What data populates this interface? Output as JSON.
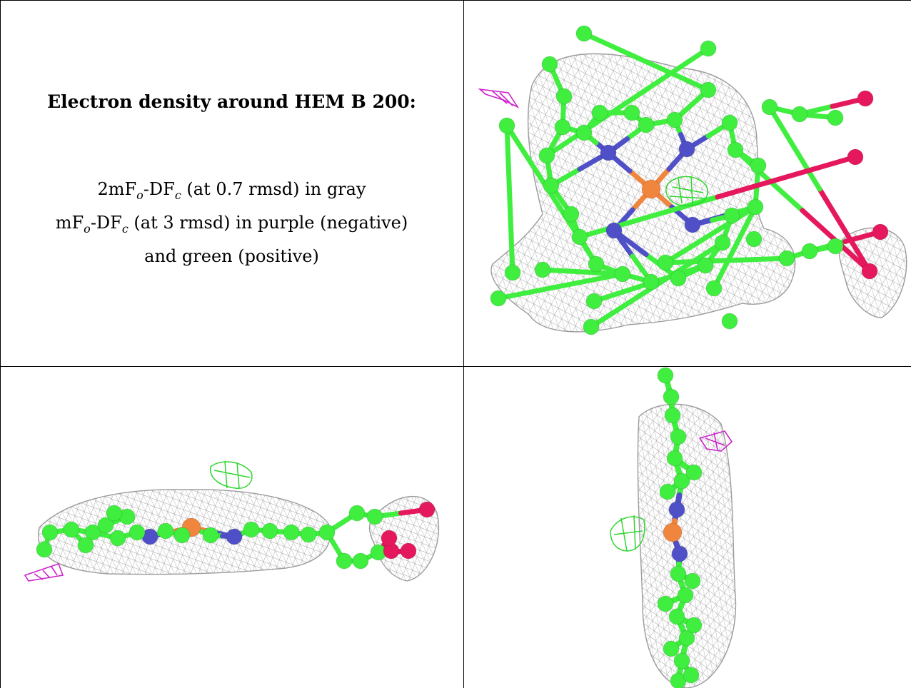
{
  "caption": {
    "title": "Electron density around HEM B 200:",
    "line1": {
      "a": "2mF",
      "b": "o",
      "c": "-DF",
      "d": "c",
      "e": " (at 0.7 rmsd) in gray"
    },
    "line2": {
      "a": "mF",
      "b": "o",
      "c": "-DF",
      "d": "c",
      "e": " (at 3 rmsd) in purple (negative)"
    },
    "line3": "and green (positive)"
  },
  "colors": {
    "carbon": "#3fee3f",
    "nitrogen": "#4f4fc7",
    "oxygen": "#e5185e",
    "iron": "#f0853d",
    "density_2fofc": "#9c9c9c",
    "density_negative": "#cc22cc",
    "density_positive": "#2fd62f"
  },
  "panels": [
    {
      "view": "top"
    },
    {
      "view": "side"
    },
    {
      "view": "edge"
    }
  ]
}
